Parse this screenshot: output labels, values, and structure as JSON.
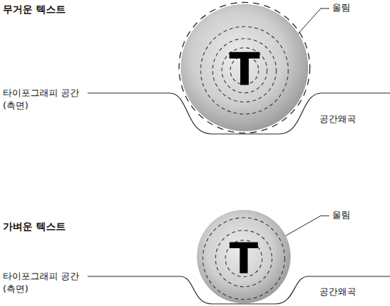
{
  "diagram": {
    "nodes": [
      {
        "text": [
          "T"
        ]
      },
      {
        "text": [
          "T"
        ]
      }
    ],
    "labels": [
      "무거운 텍스트",
      "울림",
      "타이포그래피 공간 (측면)",
      "공간왜곡",
      "가벼운 텍스트",
      "울림",
      "타이포그래피 공간 (측면)",
      "공간왜곡"
    ]
  }
}
